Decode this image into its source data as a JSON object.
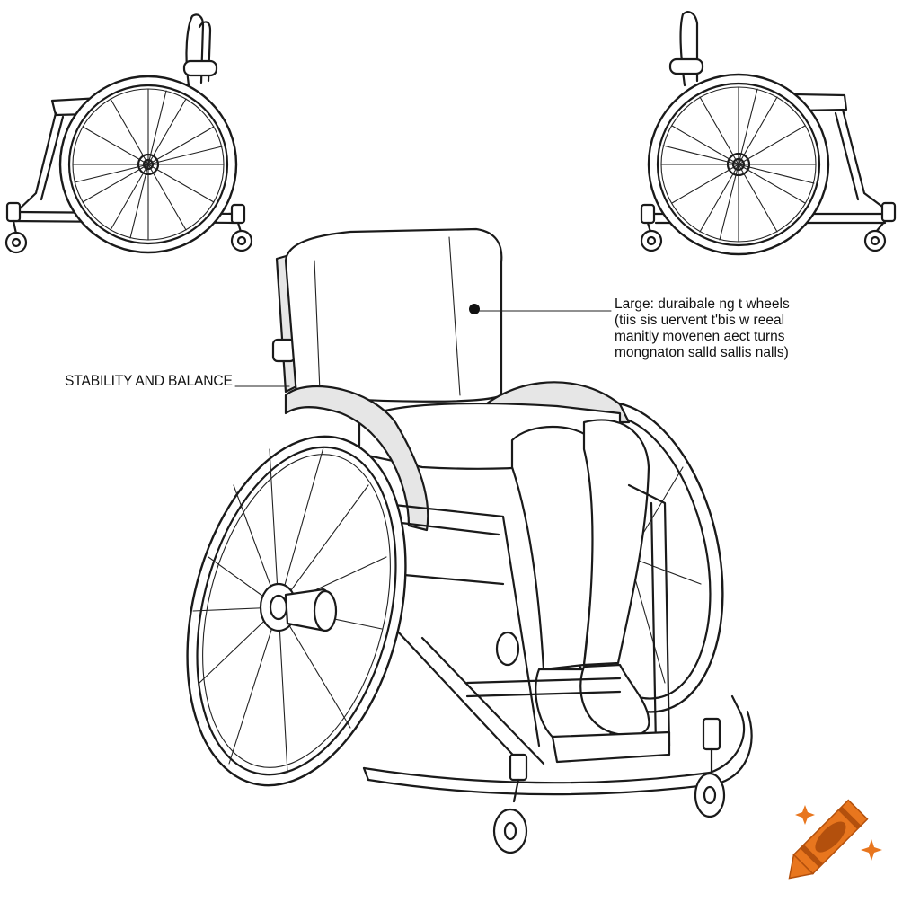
{
  "labels": {
    "stability": "STABILITY AND BALANCE",
    "wheels_lines": [
      "Large: duraibale ng t wheels",
      "(tiis sis uervent t'bis w reeal",
      "manitly movenen aect turns",
      "mongnaton salld sallis nalls)"
    ]
  },
  "icons": {
    "brand_mark": "crayon-icon",
    "sparkles": "sparkle-icon"
  },
  "colors": {
    "line": "#1a1a1a",
    "crayon_orange": "#e8761e",
    "crayon_dark": "#b3500d",
    "sparkle": "#e8761e"
  }
}
